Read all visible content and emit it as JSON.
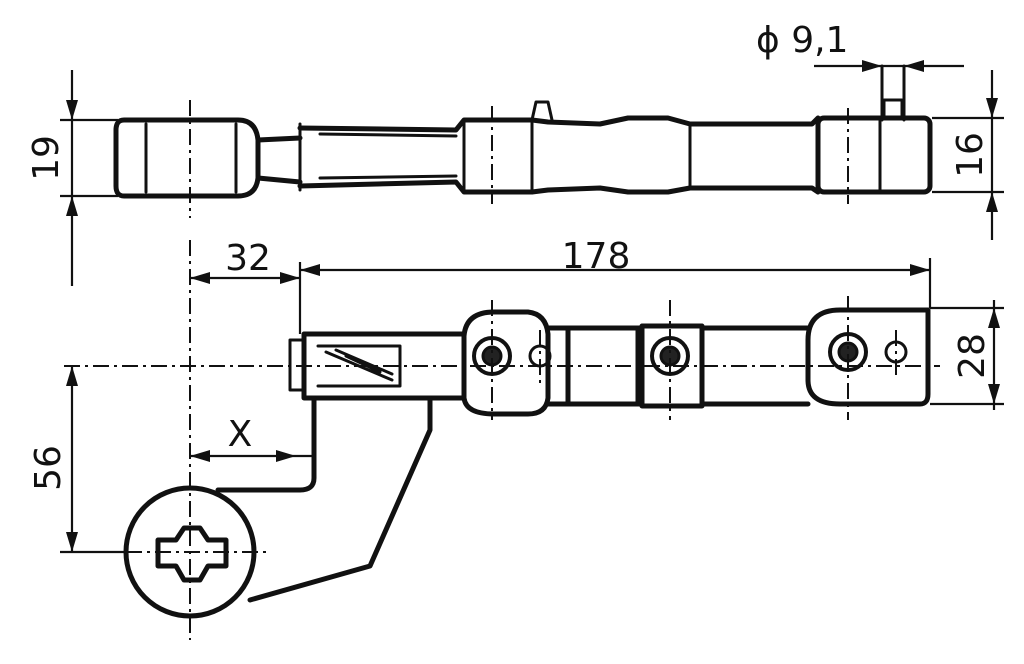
{
  "dimensions": {
    "height_top": "19",
    "diameter": "ϕ 9,1",
    "height_right": "16",
    "offset": "32",
    "length": "178",
    "width_right": "28",
    "vertical": "56",
    "variable": "X"
  }
}
